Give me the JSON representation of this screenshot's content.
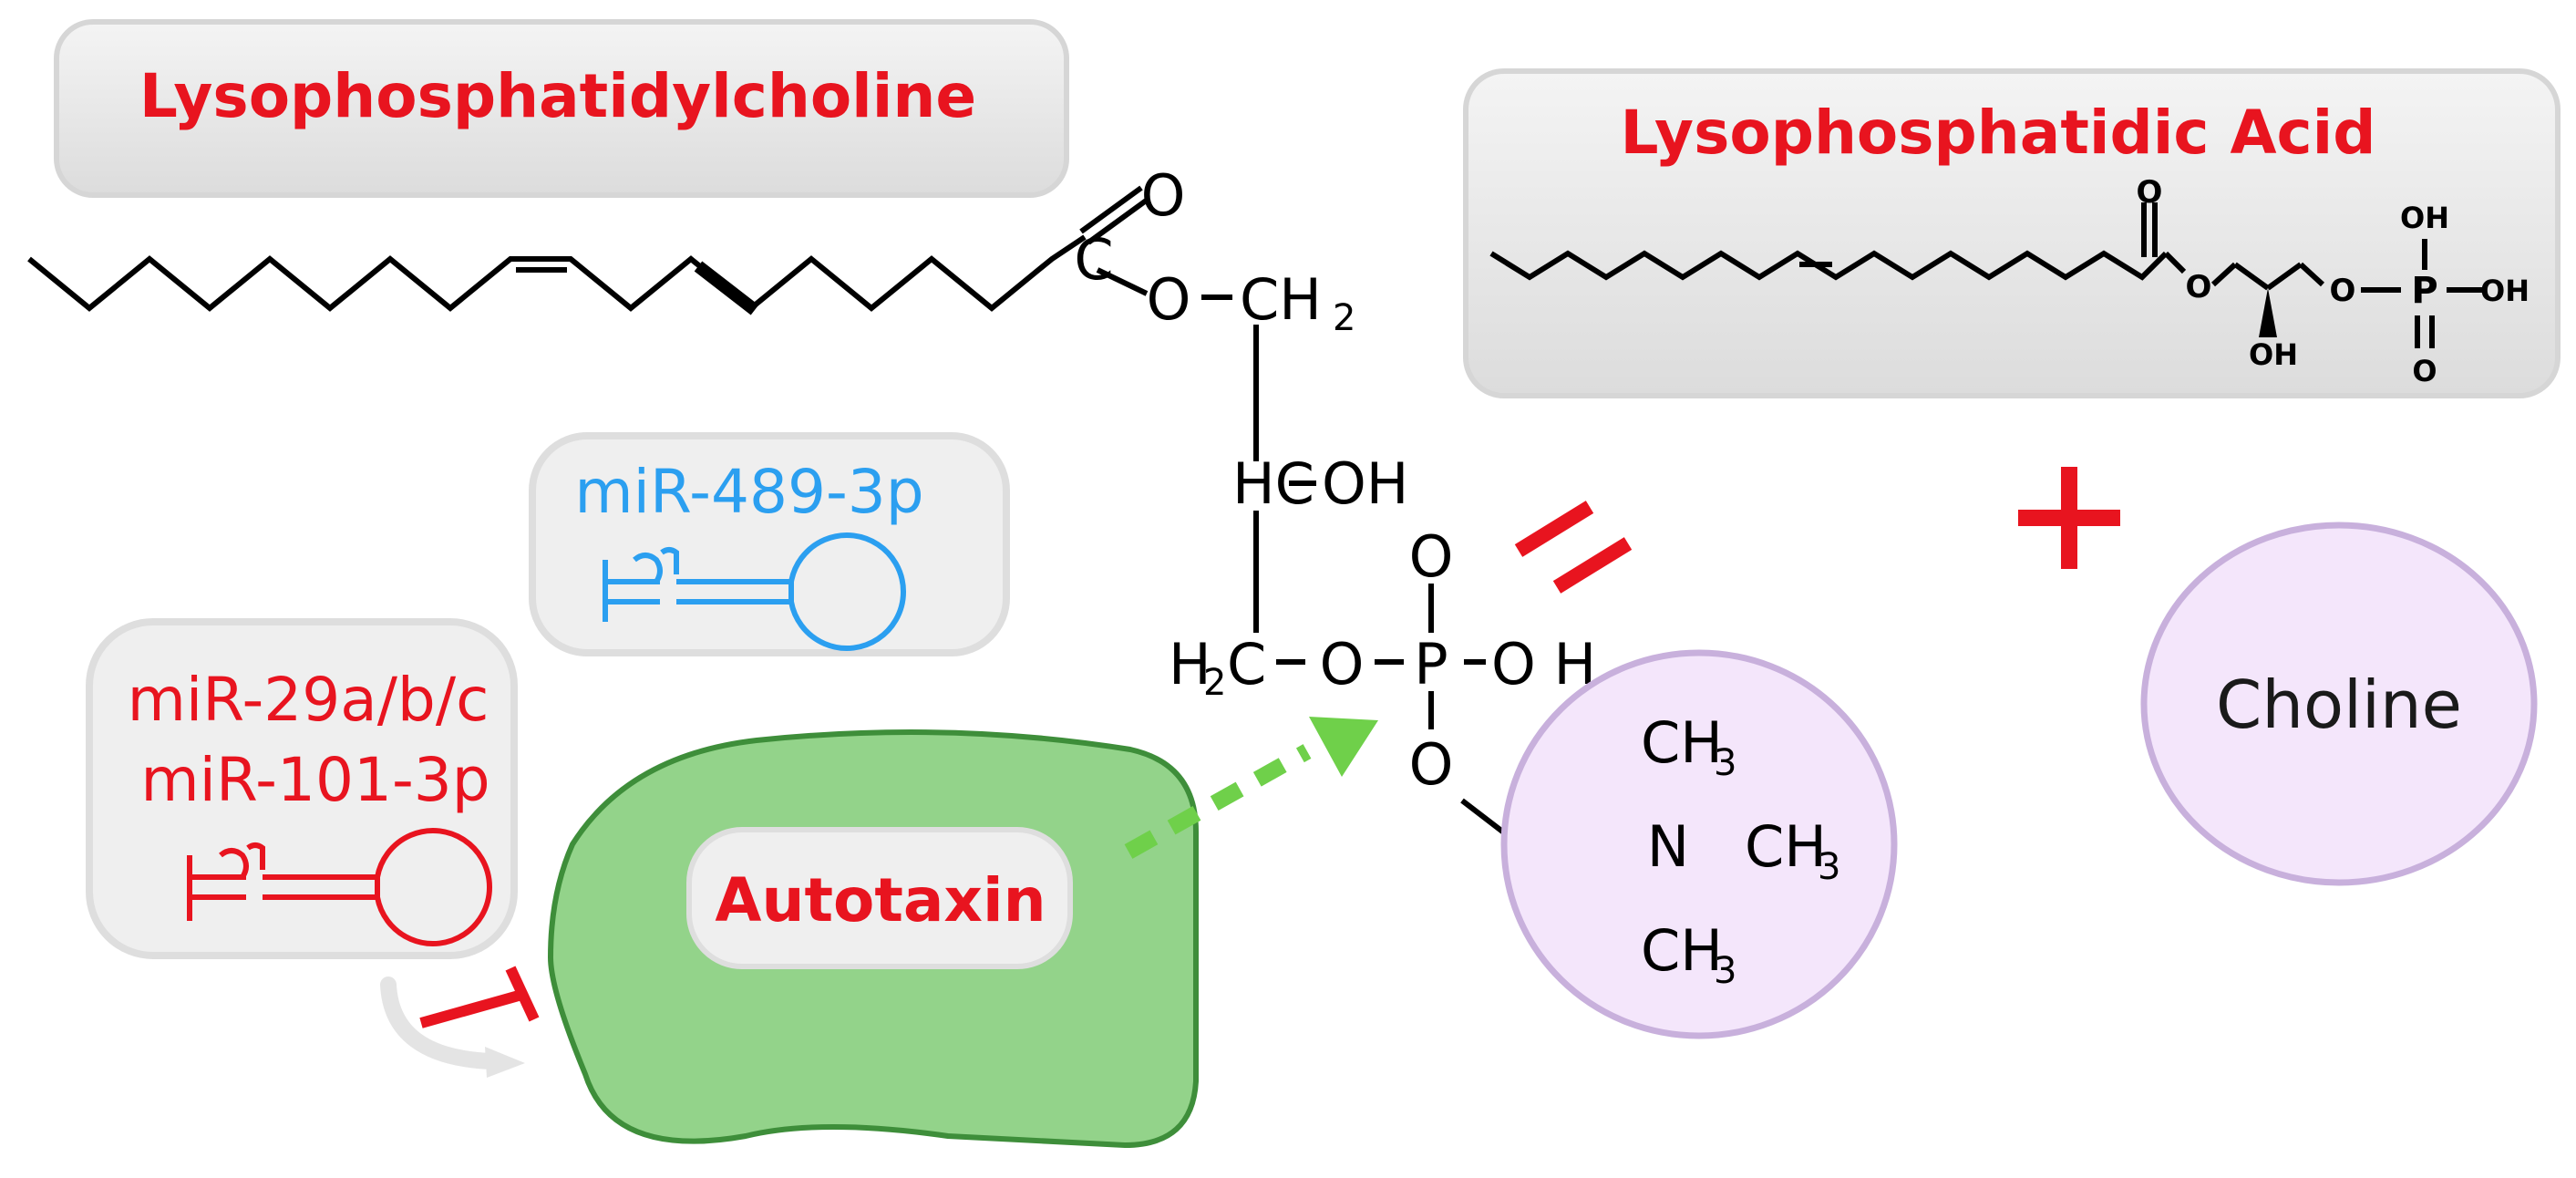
{
  "lpc_box": {
    "label": "Lysophosphatidylcholine"
  },
  "lpa_box": {
    "label": "Lysophosphatidic Acid"
  },
  "lpc_structure": {
    "carbonyl_o": "O",
    "carbonyl_c": "C",
    "ester_o": "O",
    "ch2_top": "CH",
    "ch2_sub": "2",
    "hc": "HC",
    "oh": "OH",
    "h2c_h": "H",
    "h2c_sub": "2",
    "h2c_c": "C",
    "link_o": "O",
    "p": "P",
    "p_double_o": "O",
    "p_oh": "O H",
    "p_lower_o": "O"
  },
  "choline_group": {
    "n": "N",
    "methyl_top": "CH",
    "methyl_right": "CH",
    "methyl_bottom": "CH",
    "sub3": "3"
  },
  "lpa_structure": {
    "carbonyl_o": "O",
    "ester_o": "O",
    "oh_glycerol": "OH",
    "link_o": "O",
    "p": "P",
    "p_oh_top": "OH",
    "p_oh_right": "OH",
    "p_o_bottom": "O"
  },
  "mir_blue": {
    "label": "miR-489-3p"
  },
  "mir_red": {
    "line1": "miR-29a/b/c",
    "line2": "miR-101-3p"
  },
  "enzyme": {
    "label": "Autotaxin"
  },
  "choline": {
    "label": "Choline"
  },
  "colors": {
    "red": "#e8141f",
    "blue": "#2b9ff0",
    "green_fill": "#93d38a",
    "green_stroke": "#3e8e3a",
    "arrow_green": "#6fd04a",
    "box_grey": "#e9e9e9",
    "lavender": "#f4e6fb",
    "lavender_stroke": "#c8b0dc"
  },
  "icons": [
    "mirna-hairpin-icon",
    "inhibition-arrow-icon",
    "catalysis-arrow-icon",
    "equals-sign-icon",
    "plus-sign-icon"
  ]
}
